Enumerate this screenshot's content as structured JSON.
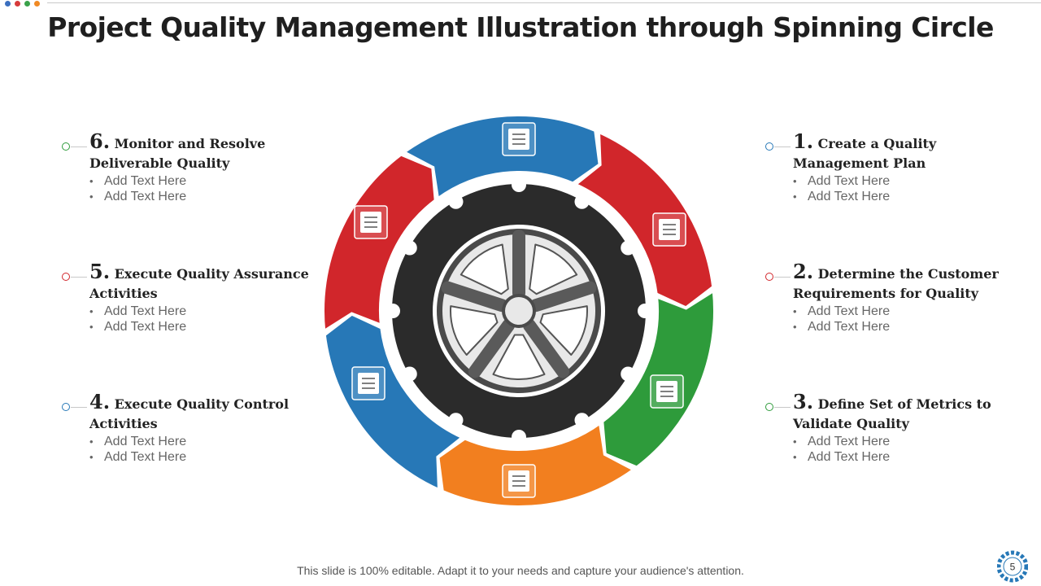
{
  "title": "Project Quality Management Illustration through Spinning Circle",
  "brand_dots": [
    "#3b6fbf",
    "#d73b3b",
    "#3aa14a",
    "#f08a24"
  ],
  "colors": {
    "blue": "#2778b7",
    "red": "#d1262b",
    "green": "#2e9b3b",
    "orange": "#f27f1f",
    "tire": "#2b2b2b",
    "wheel": "#444444"
  },
  "steps": [
    {
      "number": "1.",
      "heading": "Create a Quality Management Plan",
      "bullets": [
        "Add Text Here",
        "Add Text Here"
      ],
      "icon": "calculator-icon",
      "color": "#2778b7"
    },
    {
      "number": "2.",
      "heading": "Determine the Customer Requirements for Quality",
      "bullets": [
        "Add Text Here",
        "Add Text Here"
      ],
      "icon": "requirements-icon",
      "color": "#d1262b"
    },
    {
      "number": "3.",
      "heading": "Define Set of Metrics to Validate Quality",
      "bullets": [
        "Add Text Here",
        "Add Text Here"
      ],
      "icon": "gauge-icon",
      "color": "#2e9b3b"
    },
    {
      "number": "4.",
      "heading": "Execute Quality Control Activities",
      "bullets": [
        "Add Text Here",
        "Add Text Here"
      ],
      "icon": "checklist-icon",
      "color": "#2778b7"
    },
    {
      "number": "5.",
      "heading": "Execute Quality Assurance Activities",
      "bullets": [
        "Add Text Here",
        "Add Text Here"
      ],
      "icon": "certificate-icon",
      "color": "#d1262b"
    },
    {
      "number": "6.",
      "heading": "Monitor and Resolve Deliverable Quality",
      "bullets": [
        "Add Text Here",
        "Add Text Here"
      ],
      "icon": "magnifier-icon",
      "color": "#2e9b3b"
    }
  ],
  "footer": "This slide is 100% editable. Adapt it to your needs and capture your audience's attention.",
  "page_number": "5"
}
